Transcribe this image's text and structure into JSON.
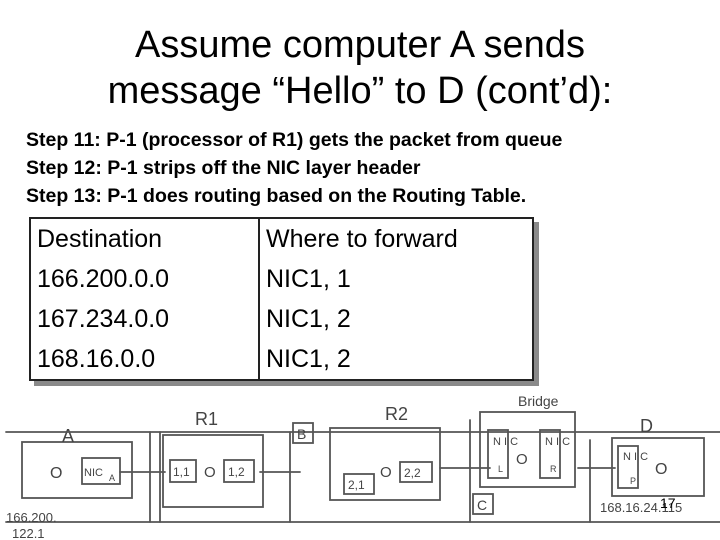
{
  "slide": {
    "title_line1": "Assume computer A sends",
    "title_line2": "message “Hello” to D (cont’d):",
    "steps": [
      "Step 11: P-1 (processor of R1) gets the packet from queue",
      "Step 12: P-1 strips off the NIC layer header",
      "Step 13: P-1 does routing based on the Routing Table."
    ],
    "routing_table": {
      "headers": [
        "Destination",
        "Where to forward"
      ],
      "rows": [
        [
          "166.200.0.0",
          "NIC1, 1"
        ],
        [
          "167.234.0.0",
          "NIC1, 2"
        ],
        [
          "168.16.0.0",
          "NIC1, 2"
        ]
      ]
    },
    "page_number": "17"
  },
  "sketch": {
    "labels": {
      "computer_a": "A",
      "r1": "R1",
      "r2": "R2",
      "bridge": "Bridge",
      "d": "D",
      "b": "B",
      "c": "C",
      "nic_a": "NIC",
      "nic_a_sub": "A",
      "port_11": "1,1",
      "port_12": "1,2",
      "port_22": "2,2",
      "port_21": "2,1",
      "proc_circle": "O",
      "nic_l": "N I C",
      "nic_l_sub": "L",
      "nic_r": "N I C",
      "nic_r_sub": "R",
      "nic_p": "N I C",
      "nic_p_sub": "P",
      "addr_a1": "166.200.",
      "addr_a2": "122.1",
      "addr_d": "168.16.24.115"
    }
  }
}
